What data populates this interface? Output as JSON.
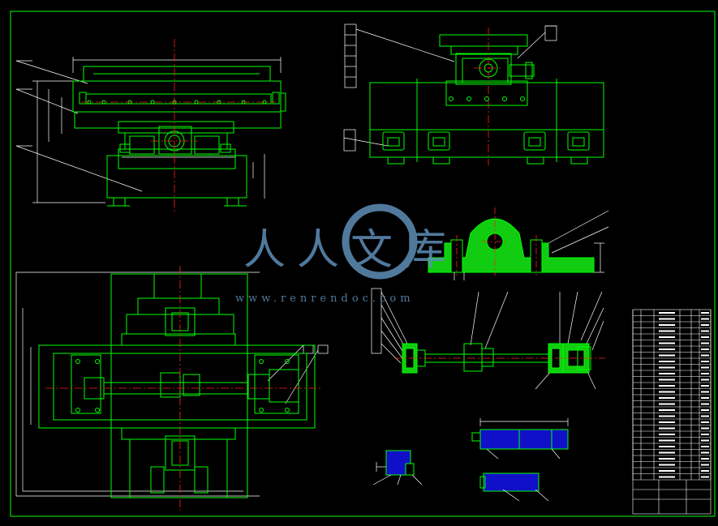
{
  "watermark": {
    "brand_cn": "人人文库",
    "url": "www.renrendoc.com",
    "color": "#5f8fb8"
  },
  "colors": {
    "background": "#000000",
    "outline": "#00ff00",
    "centerline": "#ff2020",
    "dimension": "#ffffff",
    "section_fill": "#11cc11",
    "blue_fill": "#1010c8",
    "watermark": "#5f8fb8"
  },
  "views": [
    {
      "id": "front-view",
      "label": ""
    },
    {
      "id": "side-view",
      "label": ""
    },
    {
      "id": "plan-view",
      "label": ""
    },
    {
      "id": "bearing-seat-section",
      "label": ""
    },
    {
      "id": "screw-shaft-assembly",
      "label": ""
    },
    {
      "id": "guide-rail-detail",
      "label": ""
    },
    {
      "id": "key-detail",
      "label": ""
    }
  ],
  "title_block": {
    "rows": 28,
    "columns": 6
  }
}
